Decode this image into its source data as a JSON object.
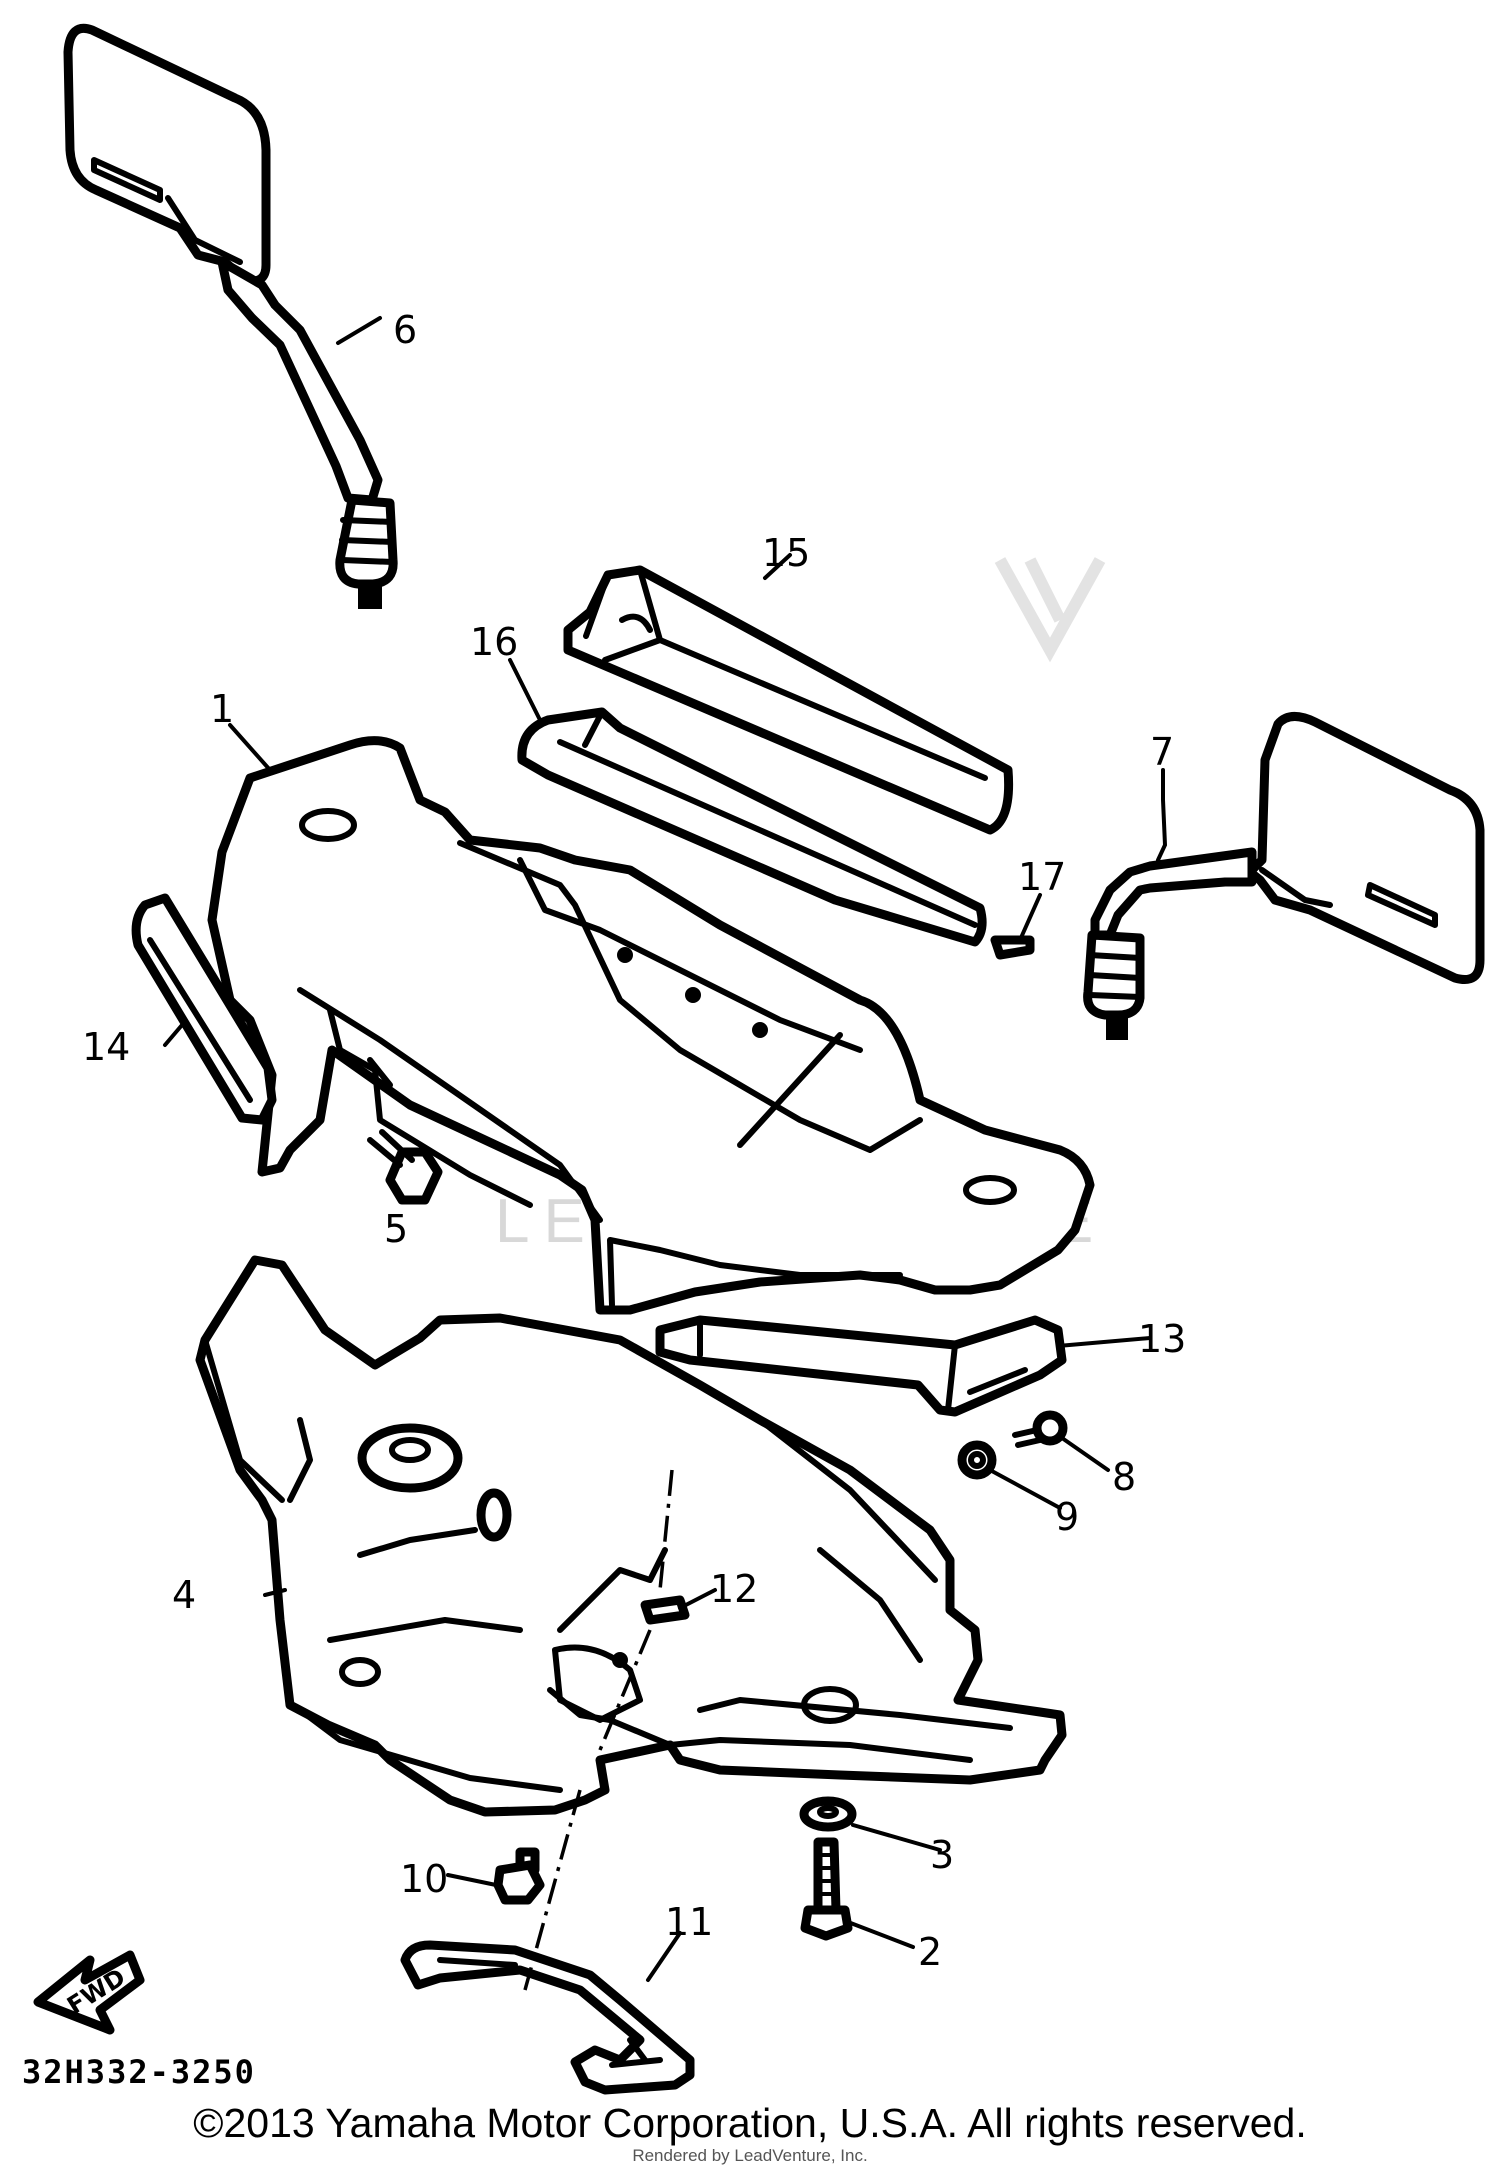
{
  "callouts": {
    "c1": "1",
    "c2": "2",
    "c3": "3",
    "c4": "4",
    "c5": "5",
    "c6": "6",
    "c7": "7",
    "c8": "8",
    "c9": "9",
    "c10": "10",
    "c11": "11",
    "c12": "12",
    "c13": "13",
    "c14": "14",
    "c15": "15",
    "c16": "16",
    "c17": "17"
  },
  "direction_label": "FWD",
  "diagram_code": "32H332-3250",
  "watermark": "LEADVENTURE",
  "copyright": "©2013 Yamaha Motor Corporation, U.S.A. All rights reserved.",
  "rendered_by": "Rendered by LeadVenture, Inc.",
  "colors": {
    "ink": "#000000",
    "paper": "#ffffff",
    "watermark": "#d8d8d8"
  }
}
